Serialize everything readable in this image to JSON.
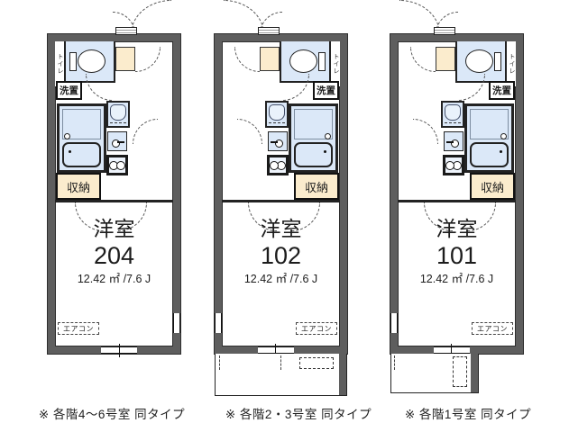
{
  "labels": {
    "room_type": "洋室",
    "closet": "収納",
    "laundry": "洗置",
    "toilet_strip": "トイレ",
    "aircon": "エアコン"
  },
  "units": [
    {
      "number": "204",
      "area": "12.42 ㎡ /7.6 J",
      "caption": "※ 各階4〜6号室 同タイプ"
    },
    {
      "number": "102",
      "area": "12.42 ㎡ /7.6 J",
      "caption": "※ 各階2・3号室 同タイプ"
    },
    {
      "number": "101",
      "area": "12.42 ㎡ /7.6 J",
      "caption": "※ 各階1号室 同タイプ"
    }
  ],
  "colors": {
    "wall": "#5e5e5e",
    "wet_area": "#dbe8f8",
    "closet_fill": "#fbeccd",
    "line": "#1c1c1c"
  }
}
